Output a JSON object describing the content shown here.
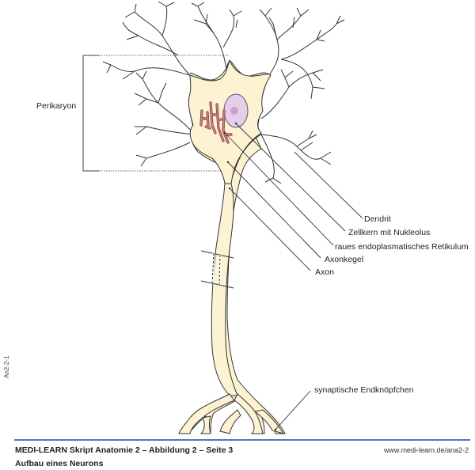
{
  "figure": {
    "side_id": "An2-2-1",
    "colors": {
      "cytoplasm": "#fdf3d3",
      "outline": "#333333",
      "nucleus": "#e5cfe8",
      "nucleus_outline": "#6b4a72",
      "nucleolus": "#cf9fcf",
      "er": "#c97e80",
      "er_outline": "#7a3a3d",
      "bracket": "#666666",
      "rule": "#4a7ab8"
    },
    "labels": {
      "perikaryon": "Perikaryon",
      "dendrit": "Dendrit",
      "zellkern": "Zellkern mit Nukleolus",
      "er": "raues endoplasmatisches Retikulum",
      "axonkegel": "Axonkegel",
      "axon": "Axon",
      "synapse": "synaptische Endknöpfchen"
    }
  },
  "footer": {
    "title": "MEDI-LEARN Skript Anatomie 2 – Abbildung 2 – Seite 3",
    "subtitle": "Aufbau eines Neurons",
    "url": "www.medi-learn.de/ana2-2"
  }
}
